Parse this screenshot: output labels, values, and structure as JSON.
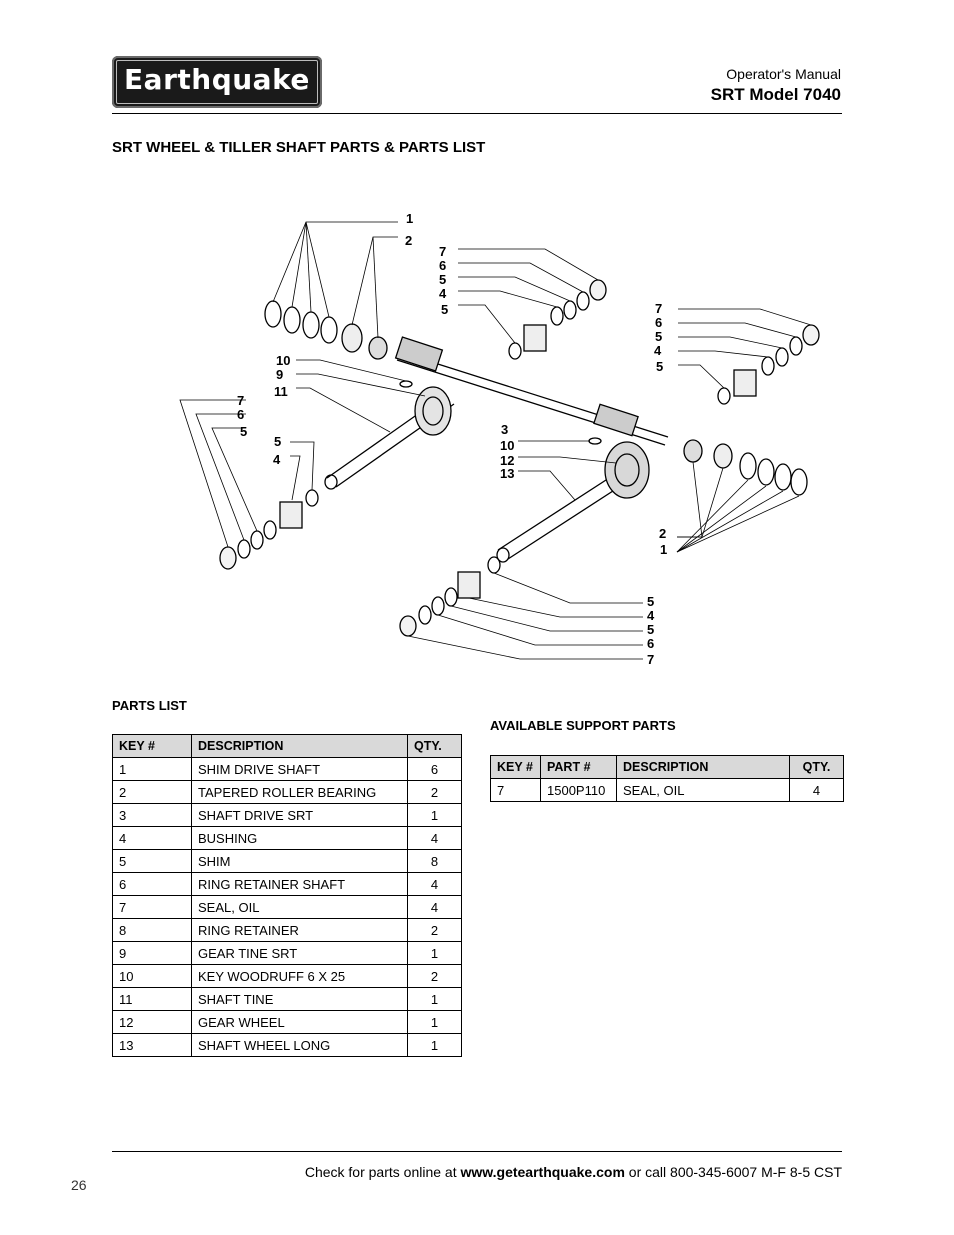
{
  "header": {
    "logo_text": "Earthquake",
    "doc_type": "Operator's Manual",
    "model": "SRT Model 7040"
  },
  "section_title": "SRT WHEEL & TILLER SHAFT PARTS & PARTS LIST",
  "diagram_callouts": [
    "1",
    "2",
    "7",
    "6",
    "5",
    "4",
    "5",
    "7",
    "6",
    "5",
    "4",
    "5",
    "10",
    "9",
    "11",
    "7",
    "6",
    "5",
    "5",
    "4",
    "3",
    "10",
    "12",
    "13",
    "2",
    "1",
    "5",
    "4",
    "5",
    "6",
    "7"
  ],
  "parts_list": {
    "heading": "PARTS LIST",
    "columns": [
      "KEY #",
      "DESCRIPTION",
      "QTY."
    ],
    "rows": [
      [
        "1",
        "SHIM DRIVE SHAFT",
        "6"
      ],
      [
        "2",
        "TAPERED ROLLER BEARING",
        "2"
      ],
      [
        "3",
        "SHAFT DRIVE SRT",
        "1"
      ],
      [
        "4",
        "BUSHING",
        "4"
      ],
      [
        "5",
        "SHIM",
        "8"
      ],
      [
        "6",
        "RING RETAINER SHAFT",
        "4"
      ],
      [
        "7",
        "SEAL, OIL",
        "4"
      ],
      [
        "8",
        "RING RETAINER",
        "2"
      ],
      [
        "9",
        "GEAR TINE SRT",
        "1"
      ],
      [
        "10",
        "KEY WOODRUFF 6 X 25",
        "2"
      ],
      [
        "11",
        "SHAFT TINE",
        "1"
      ],
      [
        "12",
        "GEAR WHEEL",
        "1"
      ],
      [
        "13",
        "SHAFT WHEEL LONG",
        "1"
      ]
    ]
  },
  "support_parts": {
    "heading": "AVAILABLE SUPPORT PARTS",
    "columns": [
      "KEY #",
      "PART #",
      "DESCRIPTION",
      "QTY."
    ],
    "rows": [
      [
        "7",
        "1500P110",
        "SEAL, OIL",
        "4"
      ]
    ]
  },
  "footer": {
    "prefix": "Check for parts online at ",
    "url": "www.getearthquake.com",
    "suffix": " or call 800-345-6007 M-F 8-5 CST",
    "page_number": "26"
  }
}
